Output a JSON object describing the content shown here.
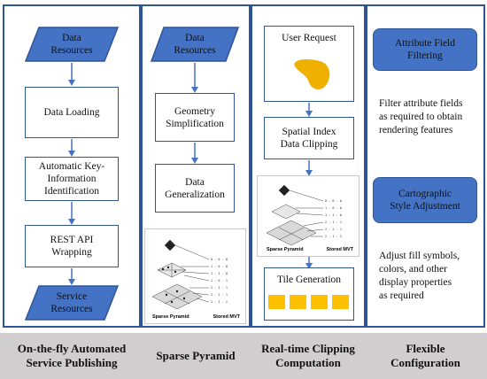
{
  "columns": [
    {
      "footer": "On-the-fly Automated\nService Publishing",
      "inputs": "Data\nResources",
      "steps": [
        "Data Loading",
        "Automatic Key-\nInformation\nIdentification",
        "REST API\nWrapping"
      ],
      "output": "Service\nResources"
    },
    {
      "footer": "Sparse Pyramid",
      "input": "Data\nResources",
      "steps": [
        "Geometry\nSimplification",
        "Data\nGeneralization"
      ],
      "pyramid_labels": {
        "left": "Sparse Pyramid",
        "right": "Stored MVT"
      }
    },
    {
      "footer": "Real-time Clipping\nComputation",
      "request": "User Request",
      "clip": "Spatial Index\nData Clipping",
      "pyramid_labels": {
        "left": "Sparse Pyramid",
        "right": "Stored MVT"
      },
      "tiles": "Tile Generation"
    },
    {
      "footer": "Flexible\nConfiguration",
      "filter_button": "Attribute Field\nFiltering",
      "filter_text": "Filter attribute fields\nas required to obtain\nrendering features",
      "style_button": "Cartographic\nStyle Adjustment",
      "style_text": "Adjust fill symbols,\ncolors, and other\ndisplay properties\nas required"
    }
  ],
  "colors": {
    "border": "#2f5597",
    "fill": "#4472c4",
    "footer": "#d0cece",
    "tile": "#ffc000"
  }
}
